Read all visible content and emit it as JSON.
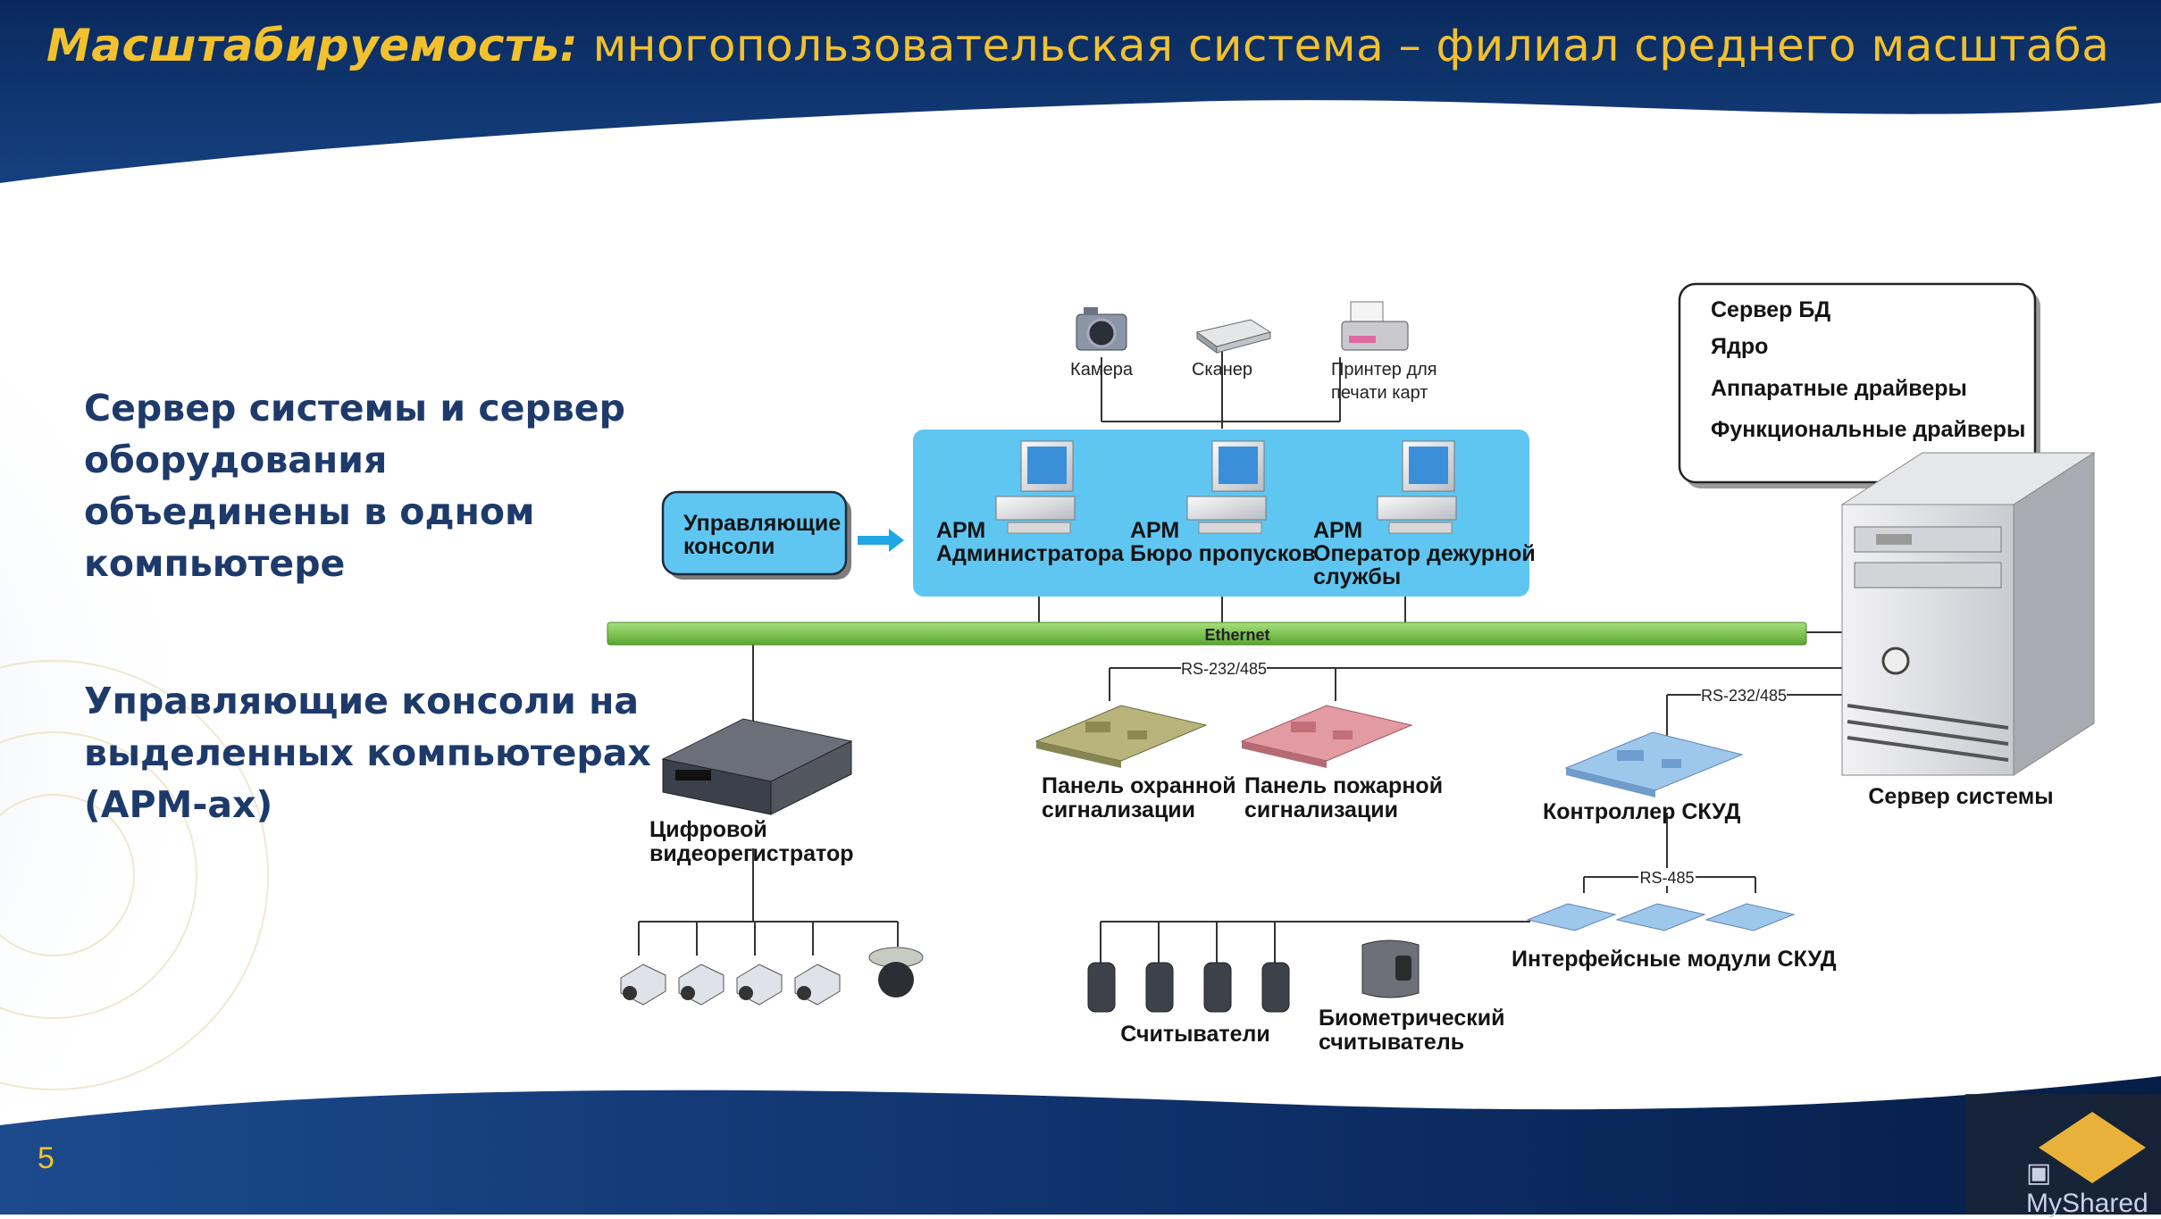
{
  "title": {
    "bold": "Масштабируемость:",
    "rest": "многопользовательская система – филиал среднего масштаба"
  },
  "left_text": [
    [
      "Сервер системы и сервер",
      "оборудования",
      "объединены в одном",
      "компьютере"
    ],
    [
      "Управляющие консоли на",
      "выделенных компьютерах",
      "(АРМ-ах)"
    ]
  ],
  "diagram": {
    "consoles": [
      "Управляющие",
      "консоли"
    ],
    "peripherals": {
      "camera": "Камера",
      "scanner": "Сканер",
      "printer": [
        "Принтер для",
        "печати карт"
      ]
    },
    "workstations": [
      [
        "АРМ",
        "Администратора"
      ],
      [
        "АРМ",
        "Бюро пропусков"
      ],
      [
        "АРМ",
        "Оператор дежурной",
        "службы"
      ]
    ],
    "ethernet": "Ethernet",
    "server_box": [
      "Сервер БД",
      "Ядро",
      "Аппаратные драйверы",
      "Функциональные драйверы"
    ],
    "server_label": "Сервер системы",
    "rs232_a": "RS-232/485",
    "rs232_b": "RS-232/485",
    "rs485": "RS-485",
    "dvr": [
      "Цифровой",
      "видеорегистратор"
    ],
    "security_panel": [
      "Панель охранной",
      "сигнализации"
    ],
    "fire_panel": [
      "Панель пожарной",
      "сигнализации"
    ],
    "controller": "Контроллер СКУД",
    "interface_modules": "Интерфейсные модули СКУД",
    "readers": "Считыватели",
    "biometric": [
      "Биометрический",
      "считыватель"
    ]
  },
  "page_number": "5",
  "watermark": "MyShared",
  "colors": {
    "title": "#f2c12e",
    "text": "#1d3a6b",
    "lan_panel": "#5fc6f2",
    "ethernet": "#7cc94a",
    "header": "#0d2f66"
  }
}
